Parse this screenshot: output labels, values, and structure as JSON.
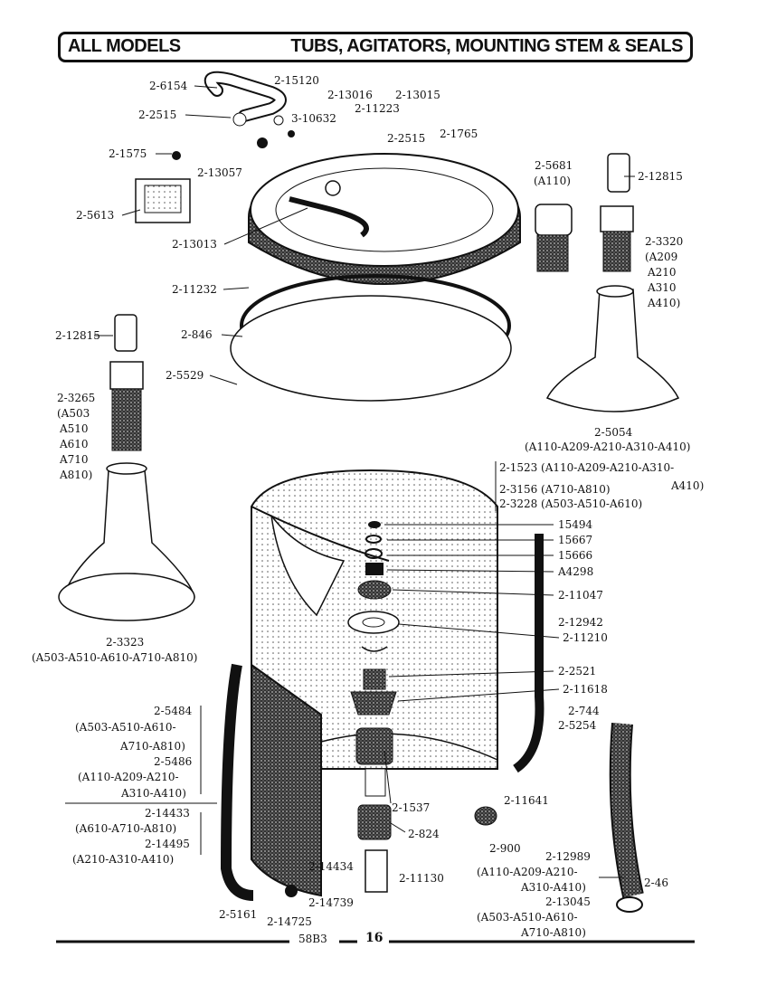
{
  "header": {
    "left_title": "ALL MODELS",
    "right_title": "TUBS, AGITATORS, MOUNTING STEM & SEALS"
  },
  "footer": {
    "code": "58B3",
    "page": "16"
  },
  "labels": [
    {
      "id": "l1",
      "text": "2-6154"
    },
    {
      "id": "l2",
      "text": "2-15120"
    },
    {
      "id": "l3",
      "text": "2-13016"
    },
    {
      "id": "l4",
      "text": "2-13015"
    },
    {
      "id": "l5",
      "text": "2-2515"
    },
    {
      "id": "l6",
      "text": "3-10632"
    },
    {
      "id": "l7",
      "text": "2-11223"
    },
    {
      "id": "l8",
      "text": "2-2515"
    },
    {
      "id": "l9",
      "text": "2-1765"
    },
    {
      "id": "l10",
      "text": "2-1575"
    },
    {
      "id": "l11",
      "text": "2-13057"
    },
    {
      "id": "l12",
      "text": "2-5613"
    },
    {
      "id": "l13",
      "text": "2-13013"
    },
    {
      "id": "l14",
      "text": "2-11232"
    },
    {
      "id": "l15",
      "text": "2-846"
    },
    {
      "id": "l16",
      "text": "2-5529"
    },
    {
      "id": "l17",
      "text": "2-12815"
    },
    {
      "id": "l18",
      "text": "2-3265"
    },
    {
      "id": "l19",
      "text": "(A503"
    },
    {
      "id": "l20",
      "text": "A510"
    },
    {
      "id": "l21",
      "text": "A610"
    },
    {
      "id": "l22",
      "text": "A710"
    },
    {
      "id": "l23",
      "text": "A810)"
    },
    {
      "id": "l24",
      "text": "2-3323"
    },
    {
      "id": "l25",
      "text": "(A503-A510-A610-A710-A810)"
    },
    {
      "id": "l26",
      "text": "2-5681"
    },
    {
      "id": "l27",
      "text": "(A110)"
    },
    {
      "id": "l28",
      "text": "2-12815"
    },
    {
      "id": "l29",
      "text": "2-3320"
    },
    {
      "id": "l30",
      "text": "(A209"
    },
    {
      "id": "l31",
      "text": "A210"
    },
    {
      "id": "l32",
      "text": "A310"
    },
    {
      "id": "l33",
      "text": "A410)"
    },
    {
      "id": "l34",
      "text": "2-5054"
    },
    {
      "id": "l35",
      "text": "(A110-A209-A210-A310-A410)"
    },
    {
      "id": "l36",
      "text": "2-1523 (A110-A209-A210-A310-"
    },
    {
      "id": "l37",
      "text": "2-3156 (A710-A810)"
    },
    {
      "id": "l38",
      "text": "A410)"
    },
    {
      "id": "l39",
      "text": "2-3228 (A503-A510-A610)"
    },
    {
      "id": "l40",
      "text": "15494"
    },
    {
      "id": "l41",
      "text": "15667"
    },
    {
      "id": "l42",
      "text": "15666"
    },
    {
      "id": "l43",
      "text": "A4298"
    },
    {
      "id": "l44",
      "text": "2-11047"
    },
    {
      "id": "l45",
      "text": "2-12942"
    },
    {
      "id": "l46",
      "text": "2-11210"
    },
    {
      "id": "l47",
      "text": "2-2521"
    },
    {
      "id": "l48",
      "text": "2-11618"
    },
    {
      "id": "l49",
      "text": "2-744"
    },
    {
      "id": "l50",
      "text": "2-5254"
    },
    {
      "id": "l51",
      "text": "2-5484"
    },
    {
      "id": "l52",
      "text": "(A503-A510-A610-"
    },
    {
      "id": "l53",
      "text": "A710-A810)"
    },
    {
      "id": "l54",
      "text": "2-5486"
    },
    {
      "id": "l55",
      "text": "(A110-A209-A210-"
    },
    {
      "id": "l56",
      "text": "A310-A410)"
    },
    {
      "id": "l57",
      "text": "2-14433"
    },
    {
      "id": "l58",
      "text": "(A610-A710-A810)"
    },
    {
      "id": "l59",
      "text": "2-14495"
    },
    {
      "id": "l60",
      "text": "(A210-A310-A410)"
    },
    {
      "id": "l61",
      "text": "2-1537"
    },
    {
      "id": "l62",
      "text": "2-11641"
    },
    {
      "id": "l63",
      "text": "2-824"
    },
    {
      "id": "l64",
      "text": "2-900"
    },
    {
      "id": "l65",
      "text": "2-14434"
    },
    {
      "id": "l66",
      "text": "2-11130"
    },
    {
      "id": "l67",
      "text": "2-12989"
    },
    {
      "id": "l68",
      "text": "(A110-A209-A210-"
    },
    {
      "id": "l69",
      "text": "A310-A410)"
    },
    {
      "id": "l70",
      "text": "2-13045"
    },
    {
      "id": "l71",
      "text": "(A503-A510-A610-"
    },
    {
      "id": "l72",
      "text": "A710-A810)"
    },
    {
      "id": "l73",
      "text": "2-46"
    },
    {
      "id": "l74",
      "text": "2-5161"
    },
    {
      "id": "l75",
      "text": "2-14739"
    },
    {
      "id": "l76",
      "text": "2-14725"
    }
  ]
}
